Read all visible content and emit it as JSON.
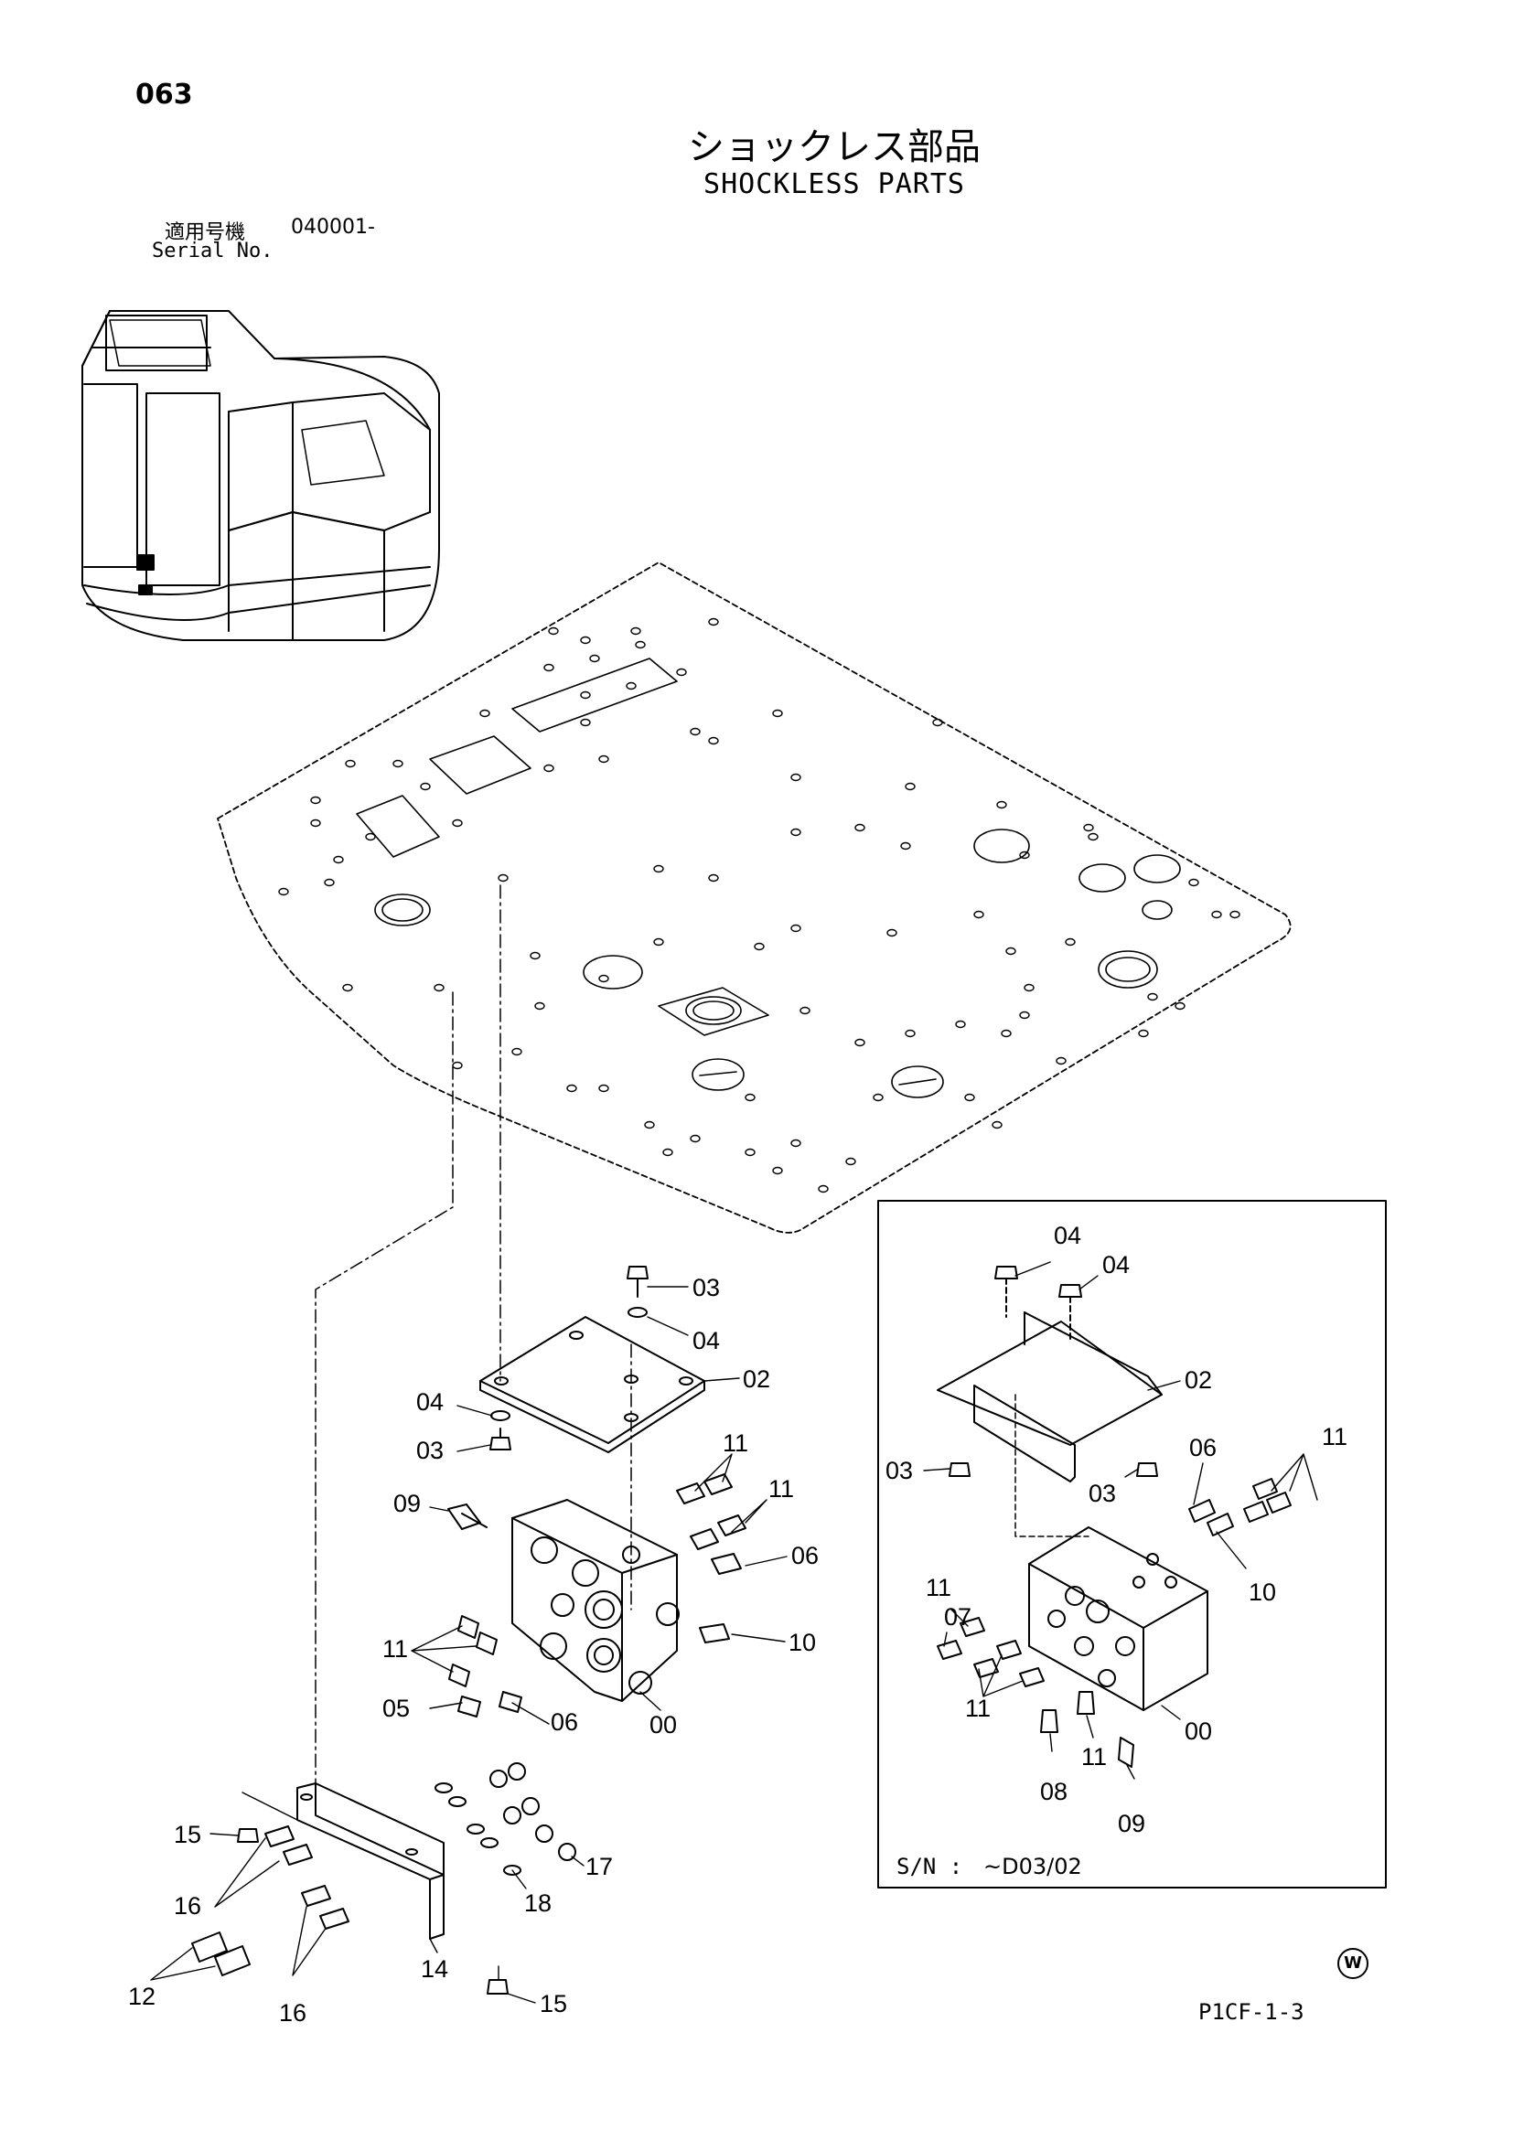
{
  "header": {
    "page_number": "063",
    "title_jp": "ショックレス部品",
    "title_en": "SHOCKLESS PARTS",
    "serial_label_jp": "適用号機",
    "serial_value": "040001-",
    "serial_label_en": "Serial No."
  },
  "footer": {
    "drawing_code": "P1CF-1-3",
    "mark": "W"
  },
  "inset": {
    "serial_note_label": "S/N :",
    "serial_note_value": "~D03/02"
  },
  "callouts": {
    "main": {
      "c03a": "03",
      "c04a": "04",
      "c02": "02",
      "c04b": "04",
      "c03b": "03",
      "c11a": "11",
      "c09": "09",
      "c11b": "11",
      "c06a": "06",
      "c10": "10",
      "c11c": "11",
      "c05": "05",
      "c06b": "06",
      "c00": "00"
    },
    "bracket": {
      "c15a": "15",
      "c16a": "16",
      "c17": "17",
      "c18": "18",
      "c12": "12",
      "c14": "14",
      "c16b": "16",
      "c15b": "15"
    },
    "inset": {
      "c04a": "04",
      "c04b": "04",
      "c02": "02",
      "c06": "06",
      "c11a": "11",
      "c03a": "03",
      "c03b": "03",
      "c10": "10",
      "c11b": "11",
      "c07": "07",
      "c11c": "11",
      "c00": "00",
      "c11d": "11",
      "c08": "08",
      "c09": "09"
    }
  }
}
